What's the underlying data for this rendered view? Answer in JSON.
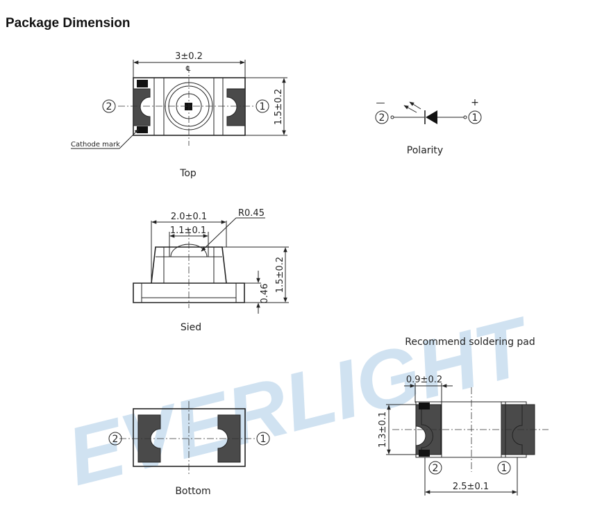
{
  "title": "Package Dimension",
  "watermark": "EVERLIGHT",
  "colors": {
    "line": "#222222",
    "pad_fill": "#4a4a4a",
    "watermark": "#b7d3ea"
  },
  "top_view": {
    "caption": "Top",
    "width_dim": "3±0.2",
    "height_dim": "1.5±0.2",
    "cathode_mark": "Cathode mark",
    "pin_left": "2",
    "pin_right": "1",
    "centerline": "℄"
  },
  "polarity": {
    "caption": "Polarity",
    "minus": "—",
    "plus": "+",
    "pin_left": "2",
    "pin_right": "1"
  },
  "side_view": {
    "caption": "Sied",
    "outer_dim": "2.0±0.1",
    "inner_dim": "1.1±0.1",
    "radius": "R0.45",
    "height_dim": "1.5±0.2",
    "base_dim": "0.46"
  },
  "bottom_view": {
    "caption": "Bottom",
    "pin_left": "2",
    "pin_right": "1"
  },
  "solder_pad": {
    "caption": "Recommend soldering pad",
    "pad_width_dim": "0.9±0.2",
    "height_dim": "1.3±0.1",
    "span_dim": "2.5±0.1",
    "pin_left": "2",
    "pin_right": "1"
  }
}
